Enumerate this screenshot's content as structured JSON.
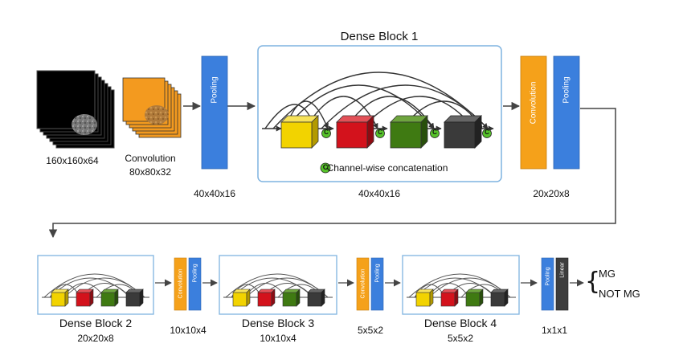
{
  "colors": {
    "pooling": "#3b7fdd",
    "convolution": "#f5a11a",
    "linear": "#3d3d3d",
    "box_border": "#7fb3e0",
    "cube_yellow": "#f2d300",
    "cube_red": "#d3121c",
    "cube_green": "#3f7a12",
    "cube_dark": "#3a3a3a",
    "concat": "#56c22a"
  },
  "labels": {
    "input_size": "160x160x64",
    "conv1_name": "Convolution",
    "conv1_size": "80x80x32",
    "pool1_size": "40x40x16",
    "db1_title": "Dense Block 1",
    "db1_size": "40x40x16",
    "concat_symbol": "C",
    "concat_legend": "Channel-wise concatenation",
    "t1_size": "20x20x8",
    "db2_title": "Dense Block 2",
    "db2_size": "20x20x8",
    "t2_size": "10x10x4",
    "db3_title": "Dense Block 3",
    "db3_size": "10x10x4",
    "t3_size": "5x5x2",
    "db4_title": "Dense Block 4",
    "db4_size": "5x5x2",
    "final_size": "1x1x1",
    "out_brace": "{",
    "out_mg": "MG",
    "out_not_mg": "NOT MG"
  },
  "bars": {
    "pooling": "Pooling",
    "convolution": "Convolution",
    "linear": "Linear"
  }
}
